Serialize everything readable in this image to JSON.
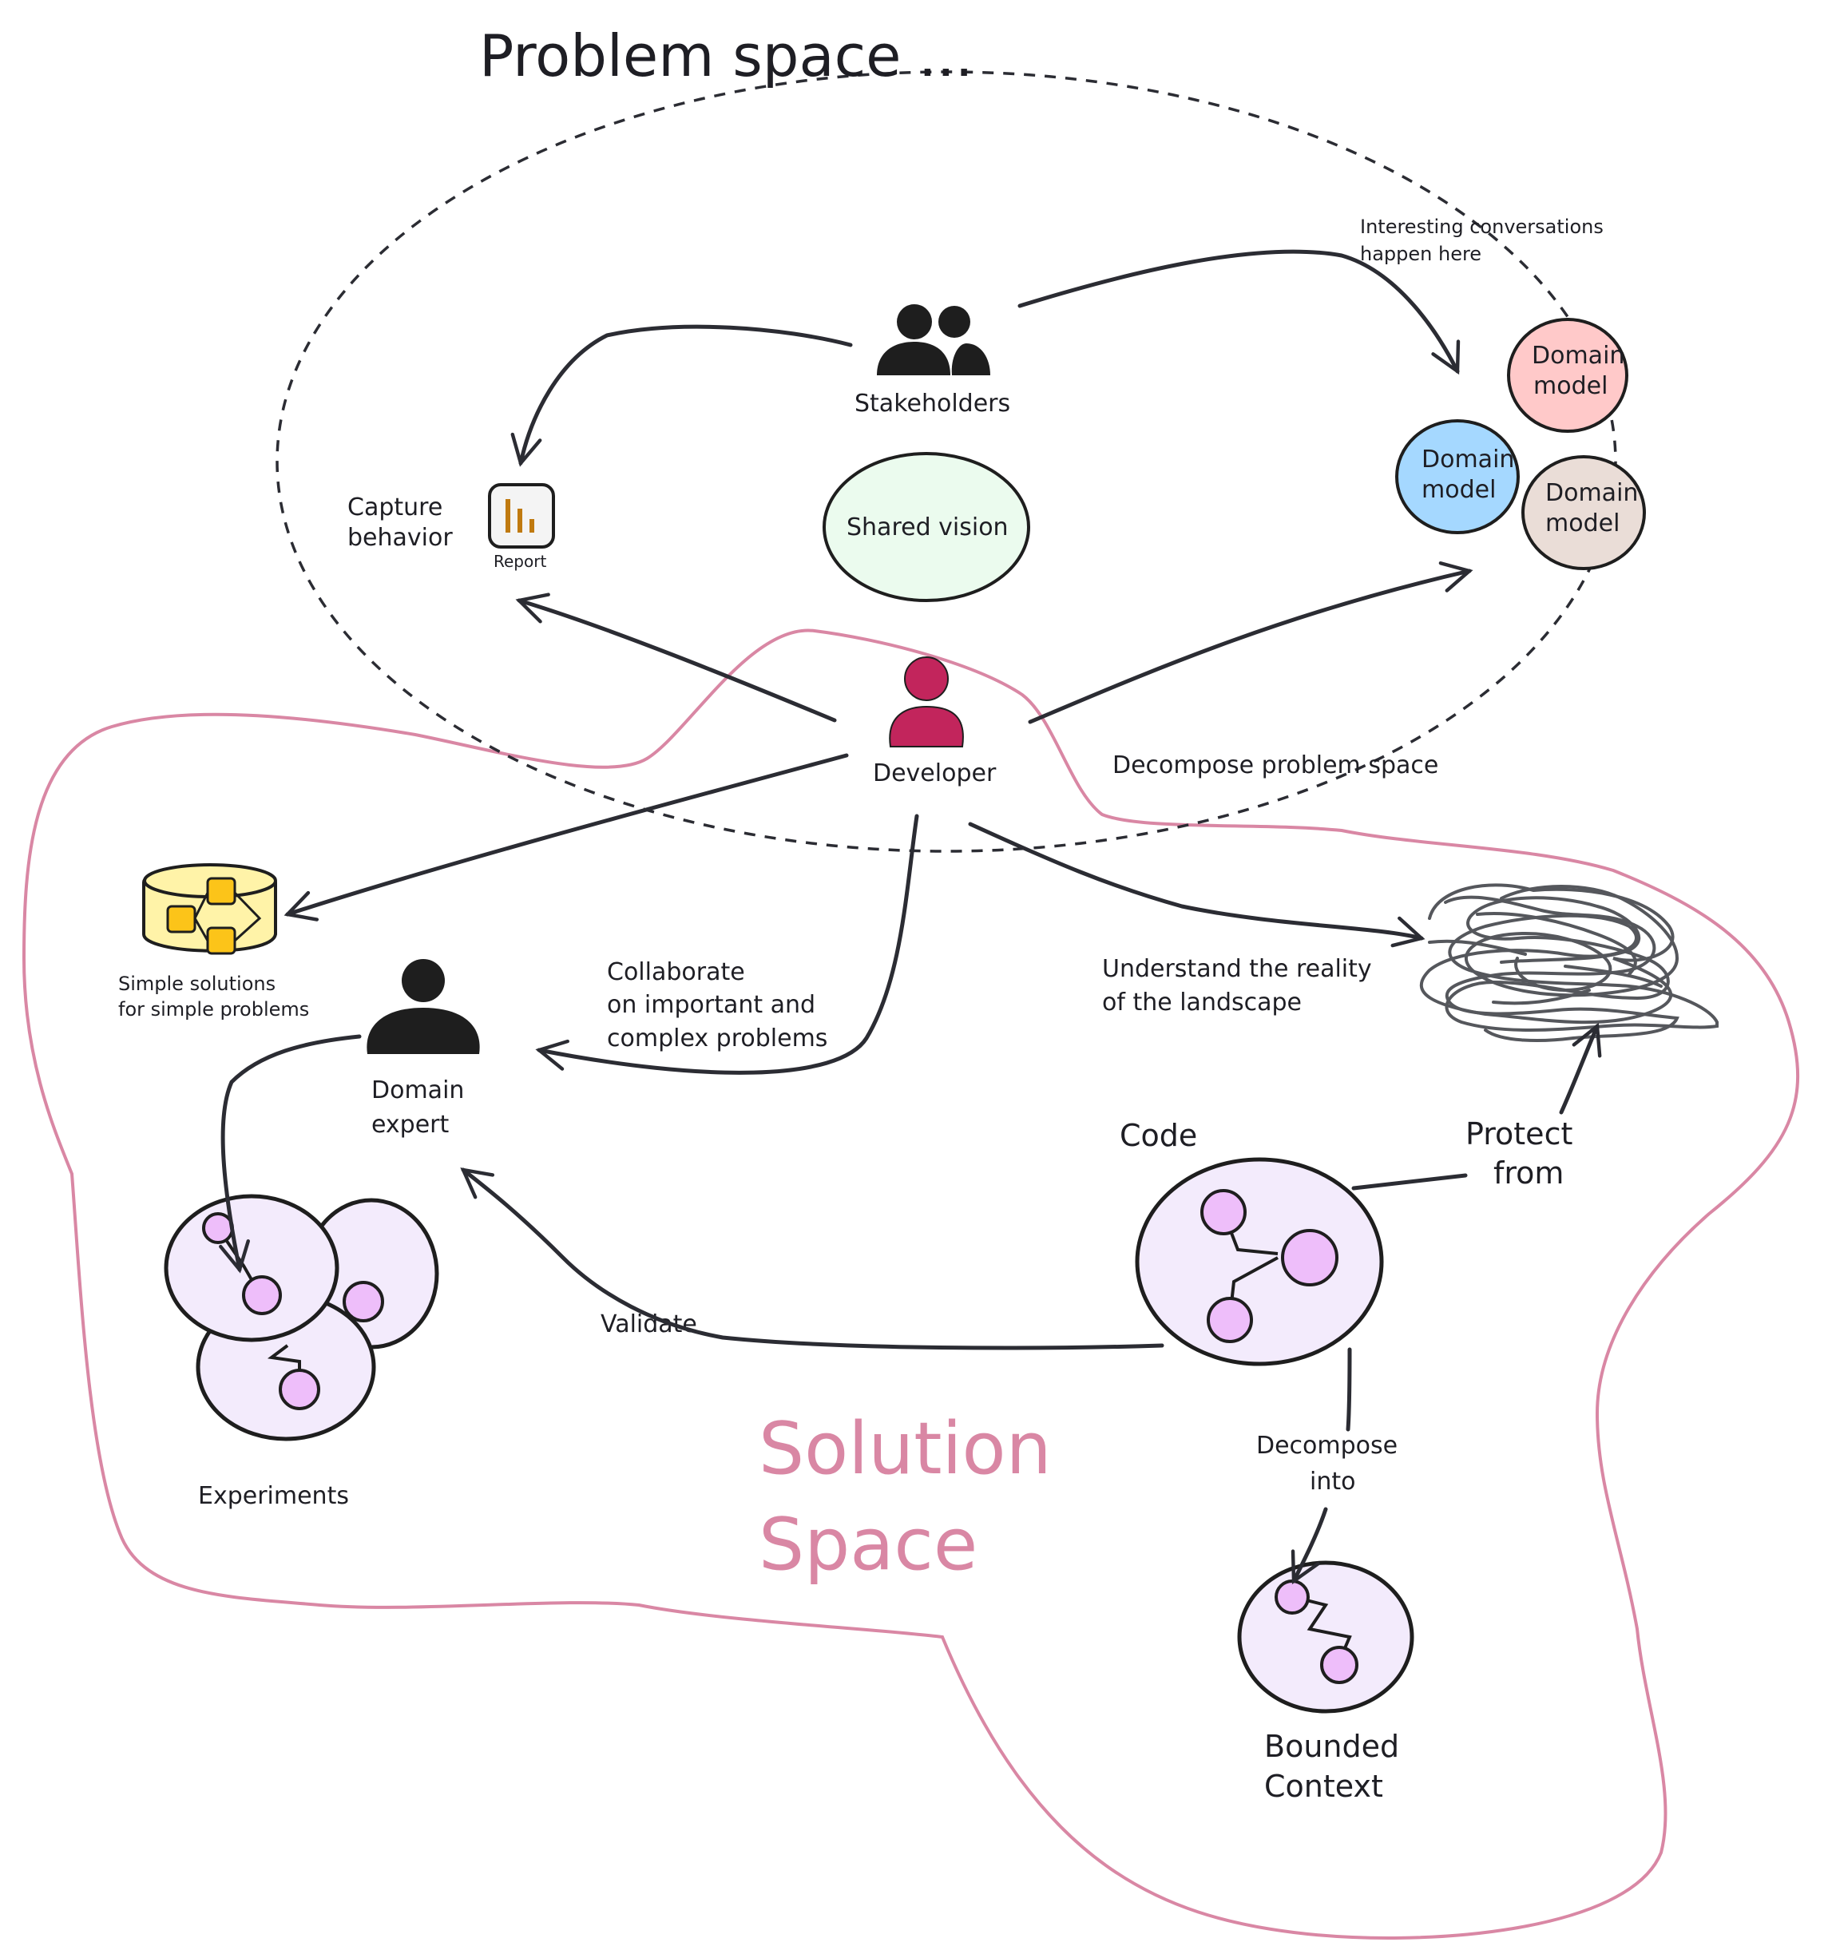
{
  "title": "Problem space",
  "solution_space": {
    "line1": "Solution",
    "line2": "Space"
  },
  "nodes": {
    "stakeholders": "Stakeholders",
    "developer": "Developer",
    "domain_expert": {
      "line1": "Domain",
      "line2": "expert"
    },
    "report_caption": "Report",
    "capture_behavior": {
      "line1": "Capture",
      "line2": "behavior"
    },
    "shared_vision": "Shared vision",
    "domain_models": [
      {
        "line1": "Domain",
        "line2": "model",
        "color": "#ffc9c9"
      },
      {
        "line1": "Domain",
        "line2": "model",
        "color": "#a5d8ff"
      },
      {
        "line1": "Domain",
        "line2": "model",
        "color": "#eaddd7"
      }
    ],
    "code": "Code",
    "experiments": "Experiments",
    "bounded_context": {
      "line1": "Bounded",
      "line2": "Context"
    },
    "simple_solutions": {
      "line1": "Simple solutions",
      "line2": "for simple problems"
    }
  },
  "annotations": {
    "interesting": {
      "line1": "Interesting conversations",
      "line2": "happen here"
    },
    "decompose_problem": "Decompose problem space",
    "collaborate": {
      "line1": "Collaborate",
      "line2": "on important and",
      "line3": "complex problems"
    },
    "understand": {
      "line1": "Understand the reality",
      "line2": "of the landscape"
    },
    "protect": {
      "line1": "Protect",
      "line2": "from"
    },
    "validate": "Validate",
    "decompose_into": {
      "line1": "Decompose",
      "line2": "into"
    }
  },
  "colors": {
    "ink": "#2b2c33",
    "developer": "#c2255c",
    "solution_outline": "#d987a4",
    "shared_vision_fill": "#ebfbee",
    "circle_fill": "#f3ebfc",
    "node_fill": "#eebefa",
    "simple_fill": "#fff3a8",
    "simple_box": "#fcc419"
  }
}
